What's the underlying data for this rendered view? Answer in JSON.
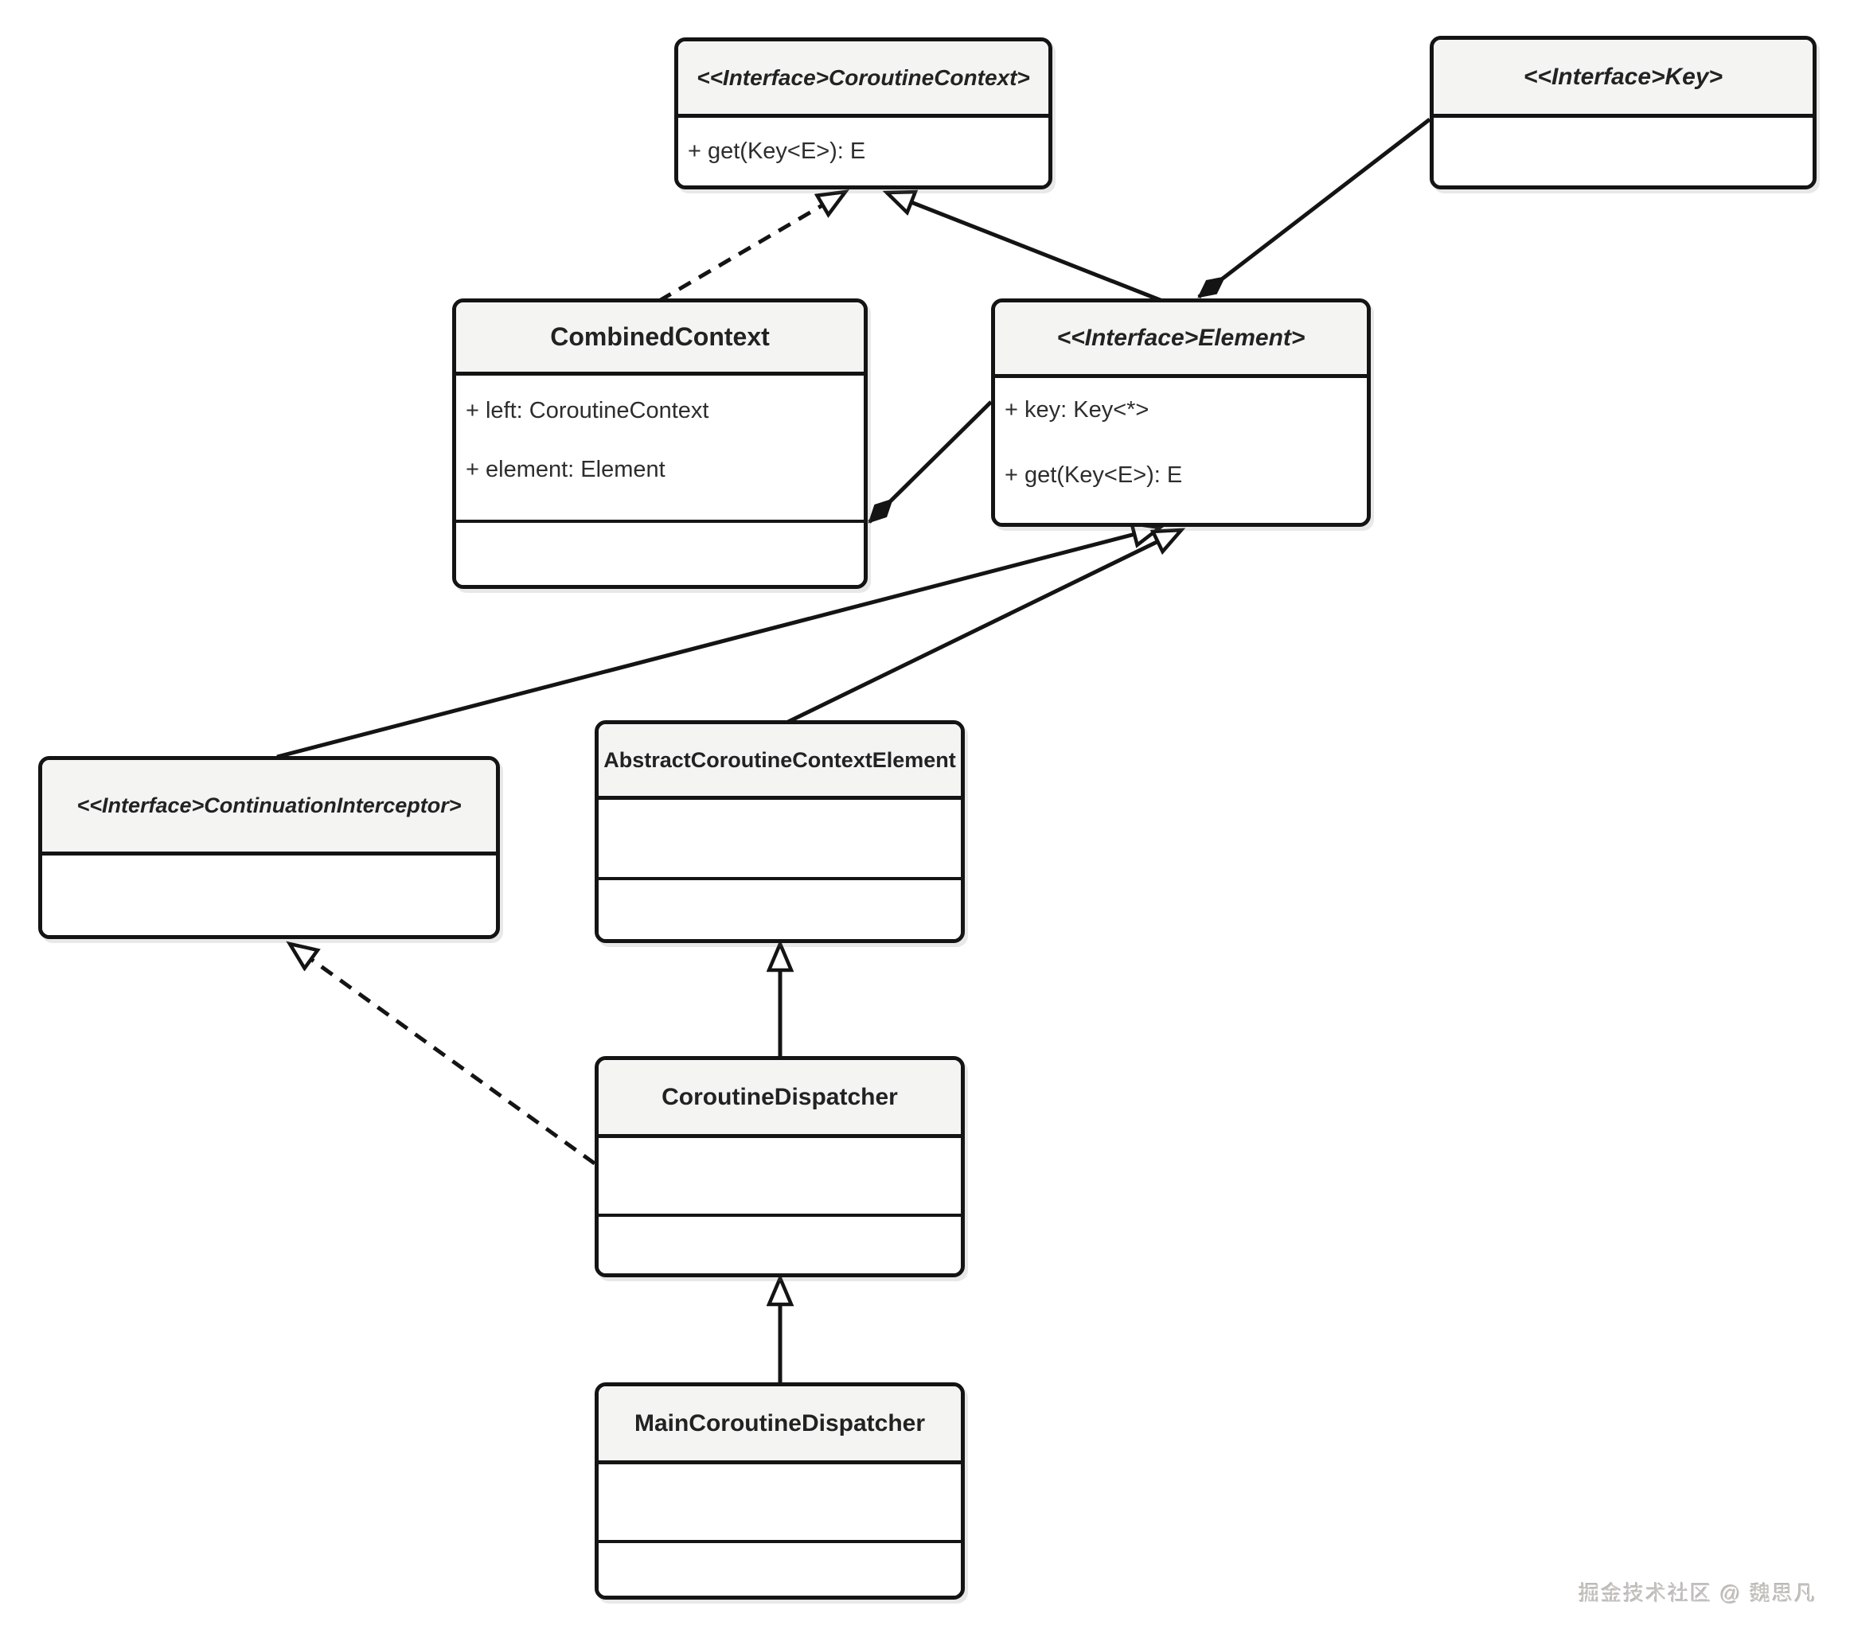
{
  "diagram": {
    "classes": [
      {
        "id": "coroutine-context",
        "kind": "interface",
        "title": "<<Interface>CoroutineContext>",
        "members": [
          "+ get(Key<E>): E"
        ]
      },
      {
        "id": "key",
        "kind": "interface",
        "title": "<<Interface>Key>",
        "members": []
      },
      {
        "id": "combined-context",
        "kind": "class",
        "title": "CombinedContext",
        "members": [
          "+ left: CoroutineContext",
          "+ element: Element"
        ]
      },
      {
        "id": "element",
        "kind": "interface",
        "title": "<<Interface>Element>",
        "members": [
          "+ key: Key<*>",
          "+ get(Key<E>): E"
        ]
      },
      {
        "id": "continuation-interceptor",
        "kind": "interface",
        "title": "<<Interface>ContinuationInterceptor>",
        "members": []
      },
      {
        "id": "abstract-coroutine-context-element",
        "kind": "class",
        "title": "AbstractCoroutineContextElement",
        "members": []
      },
      {
        "id": "coroutine-dispatcher",
        "kind": "class",
        "title": "CoroutineDispatcher",
        "members": []
      },
      {
        "id": "main-coroutine-dispatcher",
        "kind": "class",
        "title": "MainCoroutineDispatcher",
        "members": []
      }
    ],
    "relationships": [
      {
        "from": "CombinedContext",
        "to": "CoroutineContext",
        "type": "realization",
        "line": "dashed",
        "arrow": "hollow-triangle"
      },
      {
        "from": "Element",
        "to": "CoroutineContext",
        "type": "generalization",
        "line": "solid",
        "arrow": "hollow-triangle"
      },
      {
        "from": "Key",
        "to": "Element",
        "type": "composition",
        "line": "solid",
        "arrow": "filled-diamond",
        "diamond_at": "Element"
      },
      {
        "from": "Element",
        "to": "CombinedContext",
        "type": "composition",
        "line": "solid",
        "arrow": "filled-diamond",
        "diamond_at": "CombinedContext"
      },
      {
        "from": "ContinuationInterceptor",
        "to": "Element",
        "type": "generalization",
        "line": "solid",
        "arrow": "hollow-triangle"
      },
      {
        "from": "AbstractCoroutineContextElement",
        "to": "Element",
        "type": "generalization",
        "line": "solid",
        "arrow": "hollow-triangle"
      },
      {
        "from": "CoroutineDispatcher",
        "to": "AbstractCoroutineContextElement",
        "type": "generalization",
        "line": "solid",
        "arrow": "hollow-triangle"
      },
      {
        "from": "CoroutineDispatcher",
        "to": "ContinuationInterceptor",
        "type": "realization",
        "line": "dashed",
        "arrow": "hollow-triangle"
      },
      {
        "from": "MainCoroutineDispatcher",
        "to": "CoroutineDispatcher",
        "type": "generalization",
        "line": "solid",
        "arrow": "hollow-triangle"
      }
    ],
    "watermark": "掘金技术社区 @ 魏思凡"
  },
  "colors": {
    "background": "#ffffff",
    "box_header": "#f4f4f3",
    "box_body": "#ffffff",
    "line": "#141414",
    "text": "#2d2d2d",
    "watermark": "#c6c3c0"
  }
}
